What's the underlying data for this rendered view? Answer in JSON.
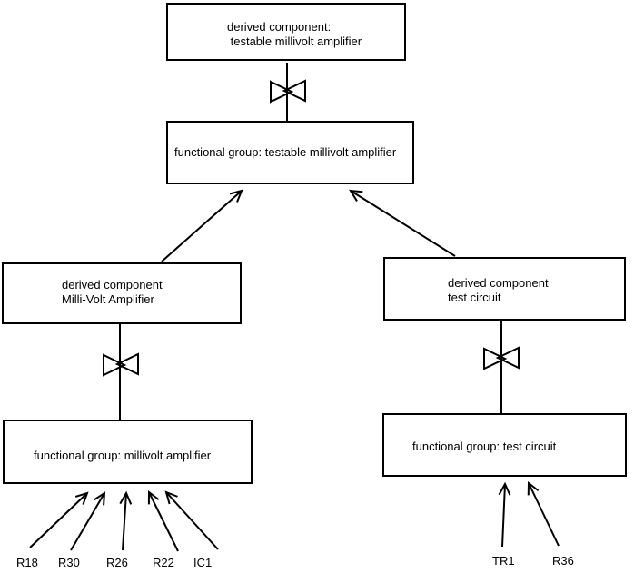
{
  "diagram": {
    "boxes": {
      "derived_testable": {
        "line1": "derived component:",
        "line2": " testable millivolt amplifier"
      },
      "fg_testable": {
        "label": "functional group: testable millivolt amplifier"
      },
      "derived_mva": {
        "line1": "derived component",
        "line2": "Milli-Volt Amplifier"
      },
      "derived_test": {
        "line1": "derived component",
        "line2": "test circuit"
      },
      "fg_mva": {
        "label": "functional group: millivolt amplifier"
      },
      "fg_test": {
        "label": "functional group: test circuit"
      }
    },
    "left_components": [
      "R18",
      "R30",
      "R26",
      "R22",
      "IC1"
    ],
    "right_components": [
      "TR1",
      "R36"
    ],
    "colors": {
      "line": "#000000",
      "background": "#ffffff",
      "text": "#000000"
    }
  }
}
